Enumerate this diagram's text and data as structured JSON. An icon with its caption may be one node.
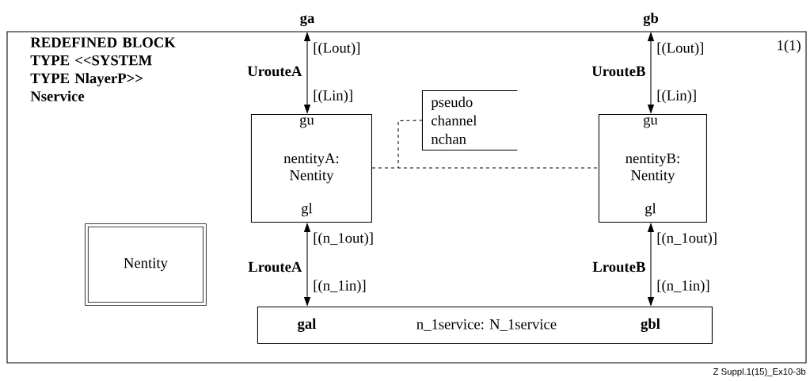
{
  "diagram": {
    "nodes": [
      {
        "text": [
          "REDEFINED BLOCK TYPE <<SYSTEM TYPE NlayerP>> Nservice",
          "1(1)"
        ]
      },
      {
        "text": [
          "ga"
        ]
      },
      {
        "text": [
          "gb"
        ]
      },
      {
        "text": [
          "gu",
          "nentityA: Nentity",
          "gl"
        ],
        "in": 0
      },
      {
        "text": [
          "pseudo channel nchan"
        ],
        "in": 0
      },
      {
        "text": [
          "gu",
          "nentityB: Nentity",
          "gl"
        ],
        "in": 0
      },
      {
        "text": [
          "Nentity"
        ],
        "in": 0
      },
      {
        "text": [
          "gal",
          "n_1service: N_1service",
          "gbl"
        ],
        "in": 0
      }
    ],
    "edges": [
      {
        "from": 3,
        "to": 1,
        "arrow": "both",
        "label": "UrouteA"
      },
      {
        "from": 5,
        "to": 2,
        "arrow": "both",
        "label": "UrouteB"
      },
      {
        "from": 3,
        "to": 5,
        "arrow": "none",
        "style": "dashed"
      },
      {
        "from": 4,
        "to": null,
        "arrow": "none",
        "style": "dashed"
      },
      {
        "from": 3,
        "to": 7,
        "arrow": "both",
        "label": "LrouteA"
      },
      {
        "from": 5,
        "to": 7,
        "arrow": "both",
        "label": "LrouteB"
      }
    ],
    "labels": [
      "[(Lout)]",
      "[(Lin)]",
      "[(Lout)]",
      "[(Lin)]",
      "[(n_1out)]",
      "[(n_1in)]",
      "[(n_1out)]",
      "[(n_1in)]",
      "Z Suppl.1(15)_Ex10-3b"
    ]
  }
}
